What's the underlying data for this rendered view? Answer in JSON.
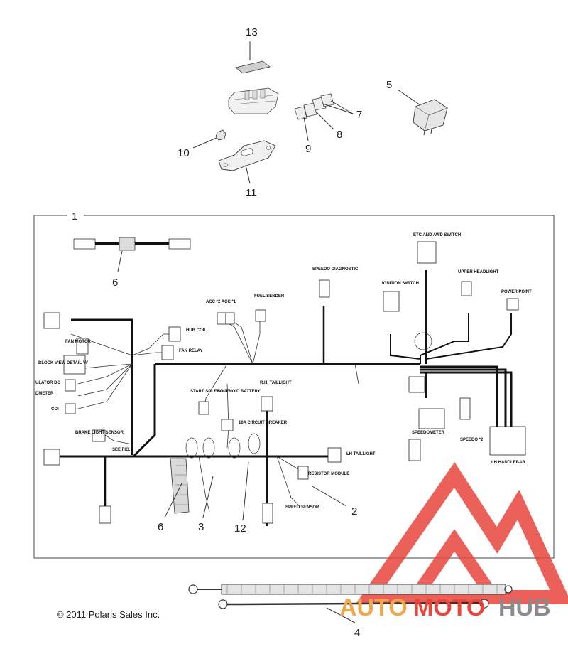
{
  "copyright": "© 2011 Polaris Sales Inc.",
  "callouts": {
    "c1": "1",
    "c2": "2",
    "c3": "3",
    "c4": "4",
    "c5": "5",
    "c6a": "6",
    "c6b": "6",
    "c7": "7",
    "c8": "8",
    "c9": "9",
    "c10": "10",
    "c11": "11",
    "c12": "12",
    "c13": "13"
  },
  "labels": {
    "etc_switch": "ETC AND AWD SWITCH",
    "speedo_diag": "SPEEDO DIAGNOSTIC",
    "ignition": "IGNITION SWITCH",
    "upper_headlight": "UPPER HEADLIGHT",
    "power_point": "POWER POINT",
    "acc": "ACC *2  ACC *1",
    "fuel_sender": "FUEL SENDER",
    "hub_coil": "HUB COIL",
    "fan_relay": "FAN RELAY",
    "fan_motor": "FAN MOTOR",
    "block_view": "BLOCK VIEW DETAIL 'A'",
    "regulator": "ULATOR DC",
    "odometer": "DMETER",
    "coil": "COI",
    "start_solenoid": "START SOLENOID",
    "solenoid_battery": "SOLENOID BATTERY",
    "rh_taillight": "R.H. TAILLIGHT",
    "circuit_breaker": "10A CIRCUIT BREAKER",
    "brake_light": "BRAKE LIGHT SENSOR",
    "lh_taillight": "LH TAILLIGHT",
    "resistor_module": "RESISTOR MODULE",
    "speed_sensor": "SPEED SENSOR",
    "speedometer": "SPEEDOMETER",
    "speedo2": "SPEEDO *2",
    "lh_handlebar": "LH HANDLEBAR",
    "see_fig": "SEE FIG."
  },
  "watermark": {
    "word_a": "AUTO",
    "word_b": "MOTO",
    "word_c": "HUB",
    "color_red": "#e8453c",
    "color_orange": "#f0a64a",
    "color_gray": "#8a8a8a"
  }
}
